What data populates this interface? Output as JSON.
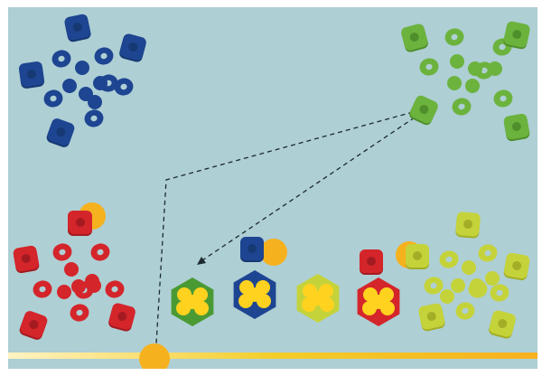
{
  "board": {
    "background": "#aecfd4",
    "players": [
      {
        "id": "blue",
        "color": "#1e4591",
        "dark": "#163873",
        "pieces": 4,
        "rings": 6,
        "dots": 5
      },
      {
        "id": "green",
        "color": "#6cb33e",
        "dark": "#4f8f2b",
        "pieces": 4,
        "rings": 6,
        "dots": 5
      },
      {
        "id": "red",
        "color": "#d4252b",
        "dark": "#a31b20",
        "pieces": 4,
        "rings": 6,
        "dots": 5
      },
      {
        "id": "yellow",
        "color": "#c5d33a",
        "dark": "#a3ae27",
        "pieces": 4,
        "rings": 6,
        "dots": 5
      }
    ],
    "tiles": [
      {
        "id": "green-tile",
        "color": "#4a9a34",
        "coins": 5
      },
      {
        "id": "blue-tile",
        "color": "#1e4591",
        "coins": 5
      },
      {
        "id": "yellow-tile",
        "color": "#c5d33a",
        "coins": 5
      },
      {
        "id": "red-tile",
        "color": "#d4252b",
        "coins": 5
      }
    ],
    "coin_color": "#ffd21f",
    "marker_color": "#f6b11f",
    "track": {
      "gradient_start": "#fff3c2",
      "gradient_mid": "#f4cd2a",
      "gradient_end": "#f6b11f",
      "progress": 0.28
    }
  }
}
